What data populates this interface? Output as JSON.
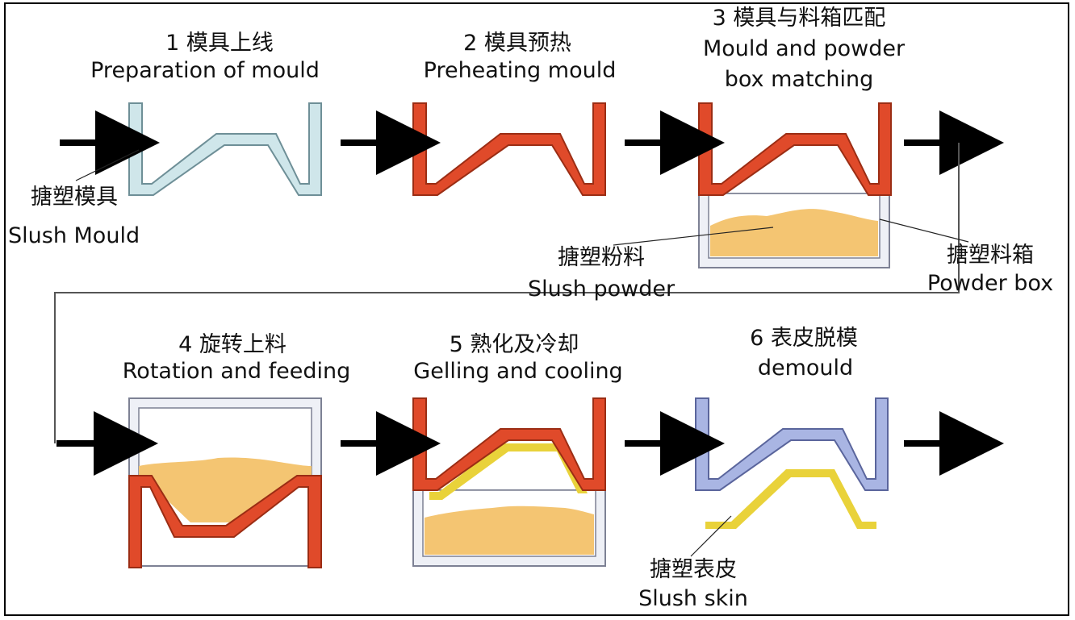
{
  "steps": [
    {
      "title_cn": "1 模具上线",
      "title_en": "Preparation of mould"
    },
    {
      "title_cn": "2 模具预热",
      "title_en": "Preheating mould"
    },
    {
      "title_cn": "3 模具与料箱匹配",
      "title_en": "Mould and powder",
      "title_en2": "box matching"
    },
    {
      "title_cn": "4 旋转上料",
      "title_en": "Rotation and feeding"
    },
    {
      "title_cn": "5 熟化及冷却",
      "title_en": "Gelling and cooling"
    },
    {
      "title_cn": "6 表皮脱模",
      "title_en": "demould"
    }
  ],
  "callouts": {
    "slush_mould": {
      "cn": "搪塑模具",
      "en": "Slush Mould"
    },
    "slush_powder": {
      "cn": "搪塑粉料",
      "en": "Slush powder"
    },
    "powder_box": {
      "cn": "搪塑料箱",
      "en": "Powder box"
    },
    "slush_skin": {
      "cn": "搪塑表皮",
      "en": "Slush skin"
    }
  },
  "colors": {
    "mould_initial": "#cfe6ea",
    "mould_hot": "#e04a2a",
    "mould_cool": "#a9b5e3",
    "powder": "#f4c572",
    "skin": "#e9d23a",
    "box": "#eef0f6",
    "arrow": "#000000"
  }
}
